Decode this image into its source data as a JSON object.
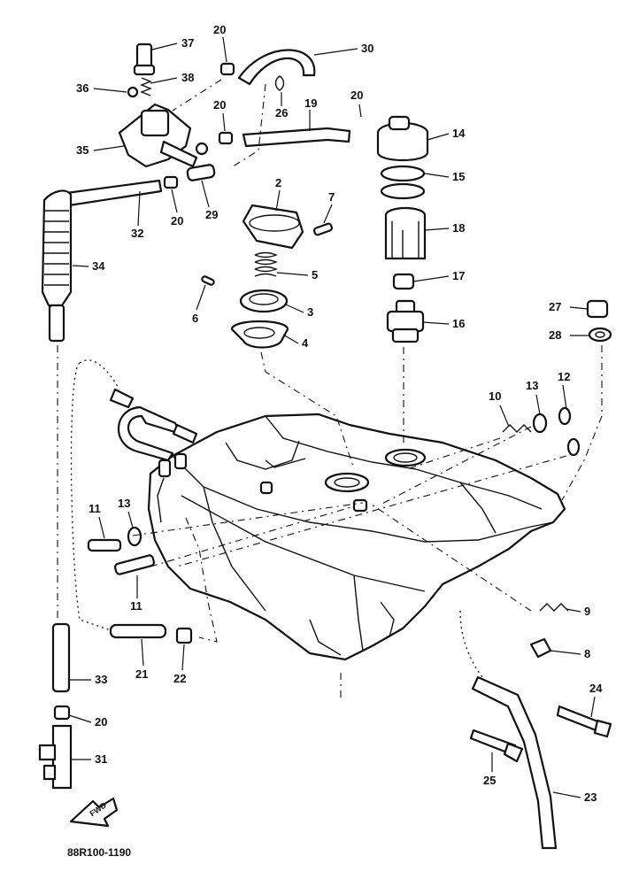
{
  "diagram": {
    "drawing_code": "88R100-1190",
    "front_badge": "FWD",
    "callouts": [
      {
        "id": "c20a",
        "text": "20"
      },
      {
        "id": "c37",
        "text": "37"
      },
      {
        "id": "c30",
        "text": "30"
      },
      {
        "id": "c36",
        "text": "36"
      },
      {
        "id": "c38",
        "text": "38"
      },
      {
        "id": "c26",
        "text": "26"
      },
      {
        "id": "c19",
        "text": "19"
      },
      {
        "id": "c20b",
        "text": "20"
      },
      {
        "id": "c20c",
        "text": "20"
      },
      {
        "id": "c14",
        "text": "14"
      },
      {
        "id": "c35",
        "text": "35"
      },
      {
        "id": "c15",
        "text": "15"
      },
      {
        "id": "c2",
        "text": "2"
      },
      {
        "id": "c7",
        "text": "7"
      },
      {
        "id": "c32",
        "text": "32"
      },
      {
        "id": "c20d",
        "text": "20"
      },
      {
        "id": "c29",
        "text": "29"
      },
      {
        "id": "c18",
        "text": "18"
      },
      {
        "id": "c34",
        "text": "34"
      },
      {
        "id": "c5",
        "text": "5"
      },
      {
        "id": "c17",
        "text": "17"
      },
      {
        "id": "c27",
        "text": "27"
      },
      {
        "id": "c6",
        "text": "6"
      },
      {
        "id": "c3",
        "text": "3"
      },
      {
        "id": "c16",
        "text": "16"
      },
      {
        "id": "c28",
        "text": "28"
      },
      {
        "id": "c4",
        "text": "4"
      },
      {
        "id": "c10",
        "text": "10"
      },
      {
        "id": "c13a",
        "text": "13"
      },
      {
        "id": "c12",
        "text": "12"
      },
      {
        "id": "c11a",
        "text": "11"
      },
      {
        "id": "c13b",
        "text": "13"
      },
      {
        "id": "c11b",
        "text": "11"
      },
      {
        "id": "c9",
        "text": "9"
      },
      {
        "id": "c8",
        "text": "8"
      },
      {
        "id": "c21",
        "text": "21"
      },
      {
        "id": "c22",
        "text": "22"
      },
      {
        "id": "c33",
        "text": "33"
      },
      {
        "id": "c24",
        "text": "24"
      },
      {
        "id": "c20e",
        "text": "20"
      },
      {
        "id": "c31",
        "text": "31"
      },
      {
        "id": "c25",
        "text": "25"
      },
      {
        "id": "c23",
        "text": "23"
      }
    ]
  }
}
